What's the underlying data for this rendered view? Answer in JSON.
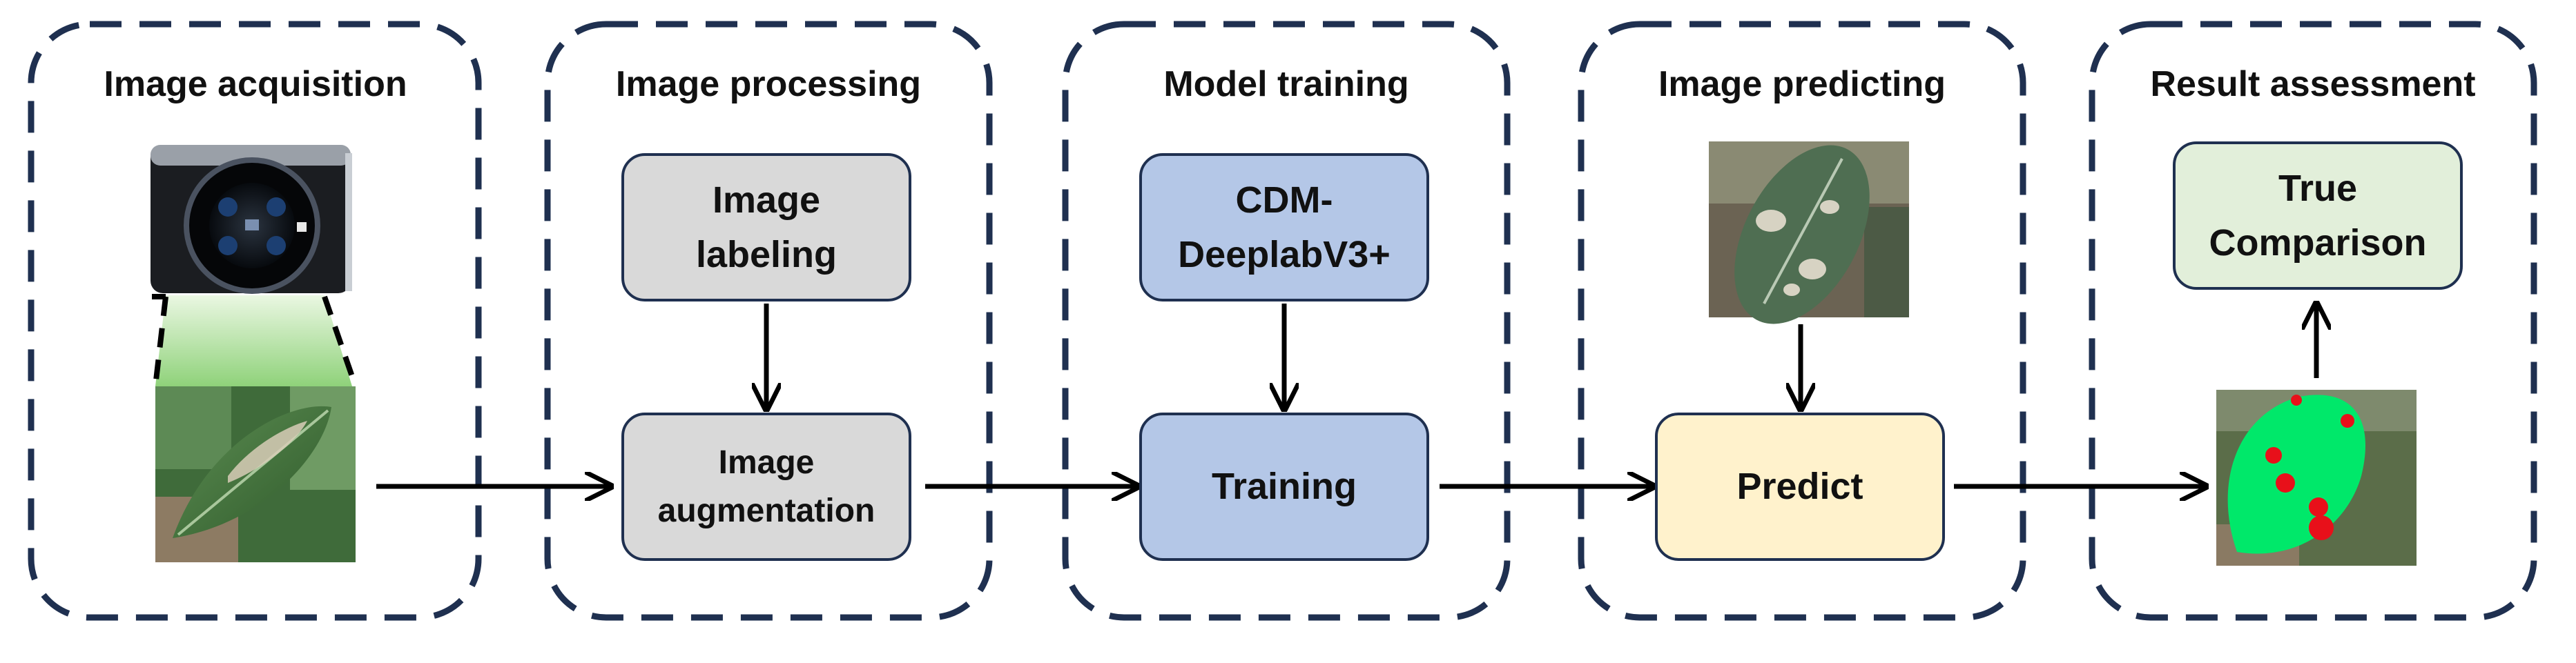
{
  "stages": [
    {
      "title": "Image acquisition"
    },
    {
      "title": "Image processing",
      "top_box": "Image\nlabeling",
      "bottom_box": "Image\naugmentation"
    },
    {
      "title": "Model training",
      "top_box": "CDM-\nDeeplabV3+",
      "bottom_box": "Training"
    },
    {
      "title": "Image predicting",
      "bottom_box": "Predict"
    },
    {
      "title": "Result assessment",
      "top_box": "True\nComparison"
    }
  ],
  "colors": {
    "frame": "#1f3050",
    "labeling_box": "#d9d9d9",
    "model_box": "#b4c7e7",
    "predict_box": "#fff2cc",
    "comparison_box": "#e2efda",
    "mask_healthy": "#00e86a",
    "mask_lesion": "#e8101a"
  },
  "icons": {
    "camera": "smartphone-camera-module-icon",
    "leaf_photo": "camellia-leaf-photo",
    "predict_photo": "leaf-with-spots-photo",
    "mask": "segmentation-mask-image"
  }
}
